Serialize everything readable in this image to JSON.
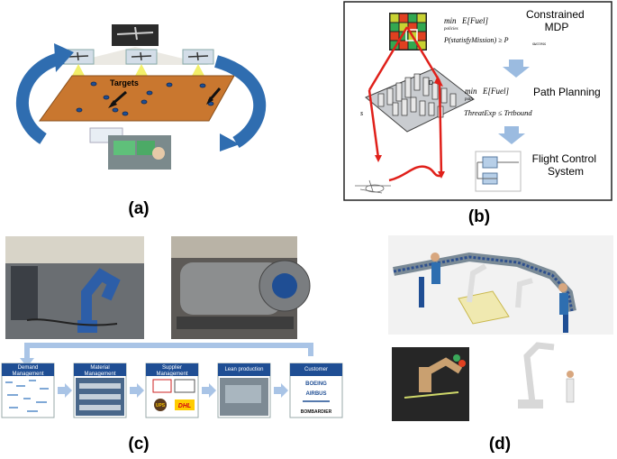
{
  "panel_a": {
    "label": "(a)",
    "targets_text": "Targets"
  },
  "panel_b": {
    "label": "(b)",
    "stage1_title": "Constrained\nMDP",
    "stage1_eq_min": "min",
    "stage1_eq_sub": "policies",
    "stage1_eq_obj": "E[Fuel]",
    "stage1_eq_constraint": "P(statisfyMission) ≥ P",
    "stage1_eq_constraint_sub": "success",
    "stage2_title": "Path Planning",
    "stage2_eq_min": "min",
    "stage2_eq_sub": "path",
    "stage2_eq_obj": "E[Fuel]",
    "stage2_eq_constraint": "ThreatExp ≤ Trtbound",
    "stage3_title": "Flight Control\nSystem",
    "map_label_s": "s",
    "map_label_d": "D"
  },
  "panel_c": {
    "label": "(c)",
    "chain": [
      {
        "title": "Demand\nManagement"
      },
      {
        "title": "Material\nManagement"
      },
      {
        "title": "Supplier\nManagement"
      },
      {
        "title": "Lean production"
      },
      {
        "title": "Customer"
      }
    ],
    "supplier_logos": [
      "UPS",
      "DHL"
    ],
    "customer_logos": [
      "BOEING",
      "AIRBUS",
      "",
      "BOMBARDIER"
    ]
  },
  "panel_d": {
    "label": "(d)"
  },
  "colors": {
    "arrow_blue": "#2f6db0",
    "field_orange": "#c9772f",
    "red_path": "#e0201a",
    "chain_header": "#1f4e94",
    "flow_arrow": "#a9c4e6"
  }
}
